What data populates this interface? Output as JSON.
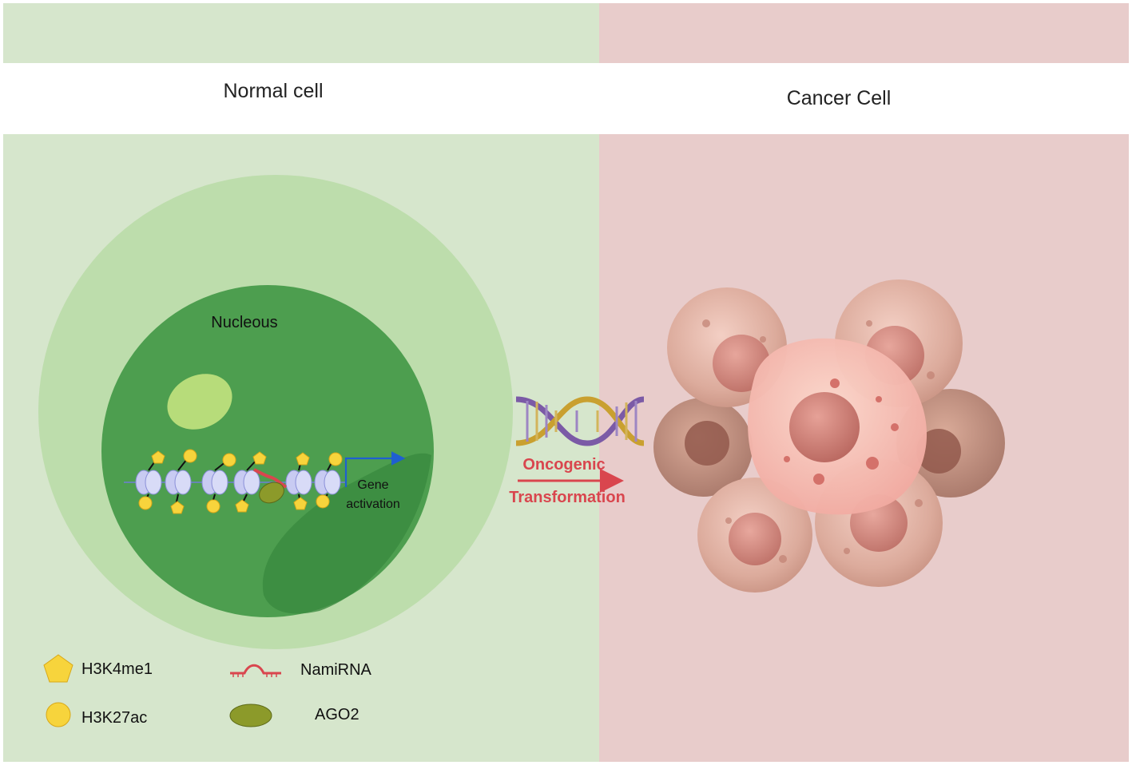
{
  "titles": {
    "normal": "Normal cell",
    "cancer": "Cancer Cell"
  },
  "nucleus_label": "Nucleous",
  "gene_label": [
    "Gene",
    "activation"
  ],
  "transformation": {
    "line1": "Oncogenic",
    "line2": "Transformation"
  },
  "legend": {
    "h3k4me1": "H3K4me1",
    "h3k27ac": "H3K27ac",
    "namirna": "NamiRNA",
    "ago2": "AGO2"
  },
  "colors": {
    "normal_panel": "#d6e6cc",
    "cancer_panel": "#e8cccb",
    "cell_outer": "#b9dba6",
    "nucleus": "#4d9e4f",
    "marker_yellow": "#f7d43c",
    "ago2": "#8c9a2a",
    "namirna": "#d9464e",
    "arrow_red": "#d9464e",
    "gene_arrow": "#1f5fd1",
    "dna_purple": "#7b5aa6",
    "dna_gold": "#c9a030"
  }
}
